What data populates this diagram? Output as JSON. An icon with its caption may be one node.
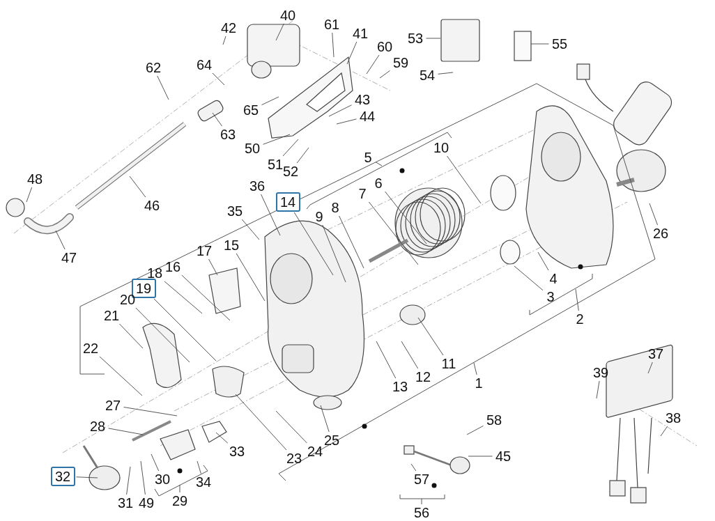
{
  "diagram": {
    "nodes": [
      {
        "text": [
          "40"
        ]
      },
      {
        "text": [
          "61"
        ]
      },
      {
        "text": [
          "42"
        ]
      },
      {
        "text": [
          "41"
        ]
      },
      {
        "text": [
          "53"
        ]
      },
      {
        "text": [
          "55"
        ]
      },
      {
        "text": [
          "60"
        ]
      },
      {
        "text": [
          "59"
        ]
      },
      {
        "text": [
          "54"
        ]
      },
      {
        "text": [
          "62"
        ]
      },
      {
        "text": [
          "64"
        ]
      },
      {
        "text": [
          "65"
        ]
      },
      {
        "text": [
          "63"
        ]
      },
      {
        "text": [
          "43"
        ]
      },
      {
        "text": [
          "44"
        ]
      },
      {
        "text": [
          "50"
        ]
      },
      {
        "text": [
          "51"
        ]
      },
      {
        "text": [
          "52"
        ]
      },
      {
        "text": [
          "5"
        ]
      },
      {
        "text": [
          "10"
        ]
      },
      {
        "text": [
          "48"
        ]
      },
      {
        "text": [
          "46"
        ]
      },
      {
        "text": [
          "6"
        ]
      },
      {
        "text": [
          "7"
        ]
      },
      {
        "text": [
          "35"
        ]
      },
      {
        "text": [
          "36"
        ]
      },
      {
        "text": [
          "14"
        ]
      },
      {
        "text": [
          "9"
        ]
      },
      {
        "text": [
          "8"
        ]
      },
      {
        "text": [
          "26"
        ]
      },
      {
        "text": [
          "47"
        ]
      },
      {
        "text": [
          "15"
        ]
      },
      {
        "text": [
          "17"
        ]
      },
      {
        "text": [
          "18"
        ]
      },
      {
        "text": [
          "16"
        ]
      },
      {
        "text": [
          "19"
        ]
      },
      {
        "text": [
          "20"
        ]
      },
      {
        "text": [
          "21"
        ]
      },
      {
        "text": [
          "3"
        ]
      },
      {
        "text": [
          "4"
        ]
      },
      {
        "text": [
          "2"
        ]
      },
      {
        "text": [
          "22"
        ]
      },
      {
        "text": [
          "37"
        ]
      },
      {
        "text": [
          "13"
        ]
      },
      {
        "text": [
          "12"
        ]
      },
      {
        "text": [
          "11"
        ]
      },
      {
        "text": [
          "39"
        ]
      },
      {
        "text": [
          "1"
        ]
      },
      {
        "text": [
          "27"
        ]
      },
      {
        "text": [
          "28"
        ]
      },
      {
        "text": [
          "38"
        ]
      },
      {
        "text": [
          "58"
        ]
      },
      {
        "text": [
          "33"
        ]
      },
      {
        "text": [
          "23"
        ]
      },
      {
        "text": [
          "24"
        ]
      },
      {
        "text": [
          "25"
        ]
      },
      {
        "text": [
          "45"
        ]
      },
      {
        "text": [
          "32"
        ]
      },
      {
        "text": [
          "30"
        ]
      },
      {
        "text": [
          "34"
        ]
      },
      {
        "text": [
          "57"
        ]
      },
      {
        "text": [
          "29"
        ]
      },
      {
        "text": [
          "56"
        ]
      },
      {
        "text": [
          "31"
        ]
      },
      {
        "text": [
          "49"
        ]
      }
    ],
    "edges": [
      {
        "from": 0,
        "to": null,
        "arrow": "none"
      },
      {
        "from": 1,
        "to": null,
        "arrow": "none"
      },
      {
        "from": 2,
        "to": null,
        "arrow": "none"
      },
      {
        "from": 3,
        "to": null,
        "arrow": "none"
      },
      {
        "from": 4,
        "to": null,
        "arrow": "none"
      },
      {
        "from": 5,
        "to": null,
        "arrow": "none"
      },
      {
        "from": 6,
        "to": null,
        "arrow": "none"
      },
      {
        "from": 7,
        "to": null,
        "arrow": "none"
      },
      {
        "from": 8,
        "to": null,
        "arrow": "none"
      },
      {
        "from": 9,
        "to": null,
        "arrow": "none"
      },
      {
        "from": 10,
        "to": null,
        "arrow": "none"
      },
      {
        "from": 11,
        "to": null,
        "arrow": "none"
      },
      {
        "from": 12,
        "to": null,
        "arrow": "none"
      },
      {
        "from": 13,
        "to": null,
        "arrow": "none"
      },
      {
        "from": 14,
        "to": null,
        "arrow": "none"
      },
      {
        "from": 15,
        "to": null,
        "arrow": "none"
      },
      {
        "from": 16,
        "to": null,
        "arrow": "none"
      },
      {
        "from": 17,
        "to": null,
        "arrow": "none"
      },
      {
        "from": 18,
        "to": null,
        "arrow": "none"
      },
      {
        "from": 19,
        "to": null,
        "arrow": "none"
      },
      {
        "from": 20,
        "to": null,
        "arrow": "none"
      },
      {
        "from": 21,
        "to": null,
        "arrow": "none"
      },
      {
        "from": 22,
        "to": null,
        "arrow": "none"
      },
      {
        "from": 23,
        "to": null,
        "arrow": "none"
      },
      {
        "from": 24,
        "to": null,
        "arrow": "none"
      },
      {
        "from": 25,
        "to": null,
        "arrow": "none"
      },
      {
        "from": 26,
        "to": null,
        "arrow": "none"
      },
      {
        "from": 27,
        "to": null,
        "arrow": "none"
      },
      {
        "from": 28,
        "to": null,
        "arrow": "none"
      },
      {
        "from": 29,
        "to": null,
        "arrow": "none"
      },
      {
        "from": 30,
        "to": null,
        "arrow": "none"
      },
      {
        "from": 31,
        "to": null,
        "arrow": "none"
      },
      {
        "from": 32,
        "to": null,
        "arrow": "none"
      },
      {
        "from": 33,
        "to": null,
        "arrow": "none"
      },
      {
        "from": 34,
        "to": null,
        "arrow": "none"
      },
      {
        "from": 35,
        "to": null,
        "arrow": "none"
      },
      {
        "from": 36,
        "to": null,
        "arrow": "none"
      },
      {
        "from": 37,
        "to": null,
        "arrow": "none"
      },
      {
        "from": 38,
        "to": null,
        "arrow": "none"
      },
      {
        "from": 39,
        "to": null,
        "arrow": "none"
      },
      {
        "from": 40,
        "to": null,
        "arrow": "none"
      },
      {
        "from": 41,
        "to": null,
        "arrow": "none"
      },
      {
        "from": 42,
        "to": null,
        "arrow": "none"
      },
      {
        "from": 43,
        "to": null,
        "arrow": "none"
      },
      {
        "from": 44,
        "to": null,
        "arrow": "none"
      },
      {
        "from": 45,
        "to": null,
        "arrow": "none"
      },
      {
        "from": 46,
        "to": null,
        "arrow": "none"
      },
      {
        "from": 47,
        "to": null,
        "arrow": "none"
      },
      {
        "from": 48,
        "to": null,
        "arrow": "none"
      },
      {
        "from": 49,
        "to": null,
        "arrow": "none"
      },
      {
        "from": 50,
        "to": null,
        "arrow": "none"
      },
      {
        "from": 51,
        "to": null,
        "arrow": "none"
      },
      {
        "from": 52,
        "to": null,
        "arrow": "none"
      },
      {
        "from": 53,
        "to": null,
        "arrow": "none"
      },
      {
        "from": 54,
        "to": null,
        "arrow": "none"
      },
      {
        "from": 55,
        "to": null,
        "arrow": "none"
      },
      {
        "from": 56,
        "to": null,
        "arrow": "none"
      },
      {
        "from": 57,
        "to": null,
        "arrow": "none"
      },
      {
        "from": 58,
        "to": null,
        "arrow": "none"
      },
      {
        "from": 59,
        "to": null,
        "arrow": "none"
      },
      {
        "from": 60,
        "to": null,
        "arrow": "none"
      },
      {
        "from": 61,
        "to": null,
        "arrow": "none"
      },
      {
        "from": 62,
        "to": null,
        "arrow": "none"
      },
      {
        "from": 63,
        "to": null,
        "arrow": "none"
      },
      {
        "from": 64,
        "to": null,
        "arrow": "none"
      }
    ]
  }
}
